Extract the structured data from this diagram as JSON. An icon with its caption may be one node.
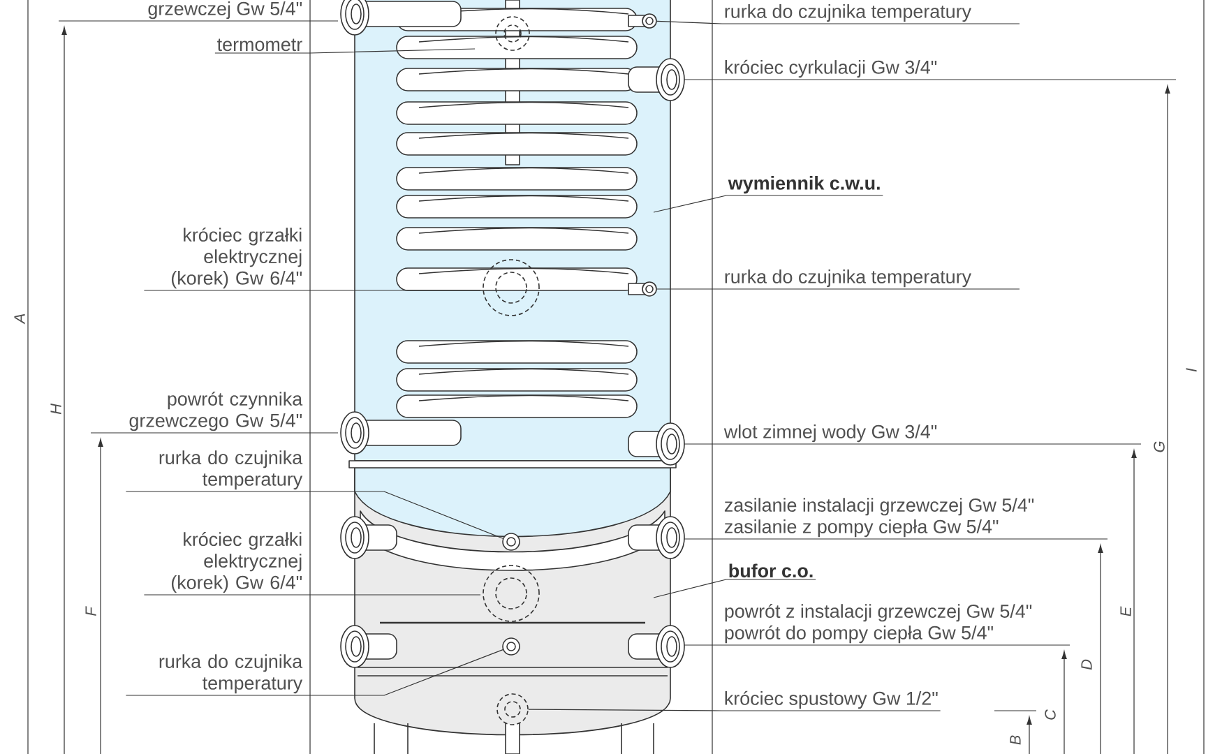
{
  "diagram": {
    "nodes": [
      {
        "text": [
          "grzewczej Gw 5/4\""
        ]
      },
      {
        "text": [
          "termometr"
        ]
      },
      {
        "text": [
          "króciec grzałki elektrycznej (korek) Gw 6/4\""
        ]
      },
      {
        "text": [
          "powrót czynnika grzewczego Gw 5/4\""
        ]
      },
      {
        "text": [
          "rurka do czujnika temperatury"
        ]
      },
      {
        "text": [
          "króciec grzałki elektrycznej (korek) Gw 6/4\""
        ]
      },
      {
        "text": [
          "rurka do czujnika temperatury"
        ]
      },
      {
        "text": [
          "rurka do czujnika temperatury"
        ]
      },
      {
        "text": [
          "króciec cyrkulacji Gw 3/4\""
        ]
      },
      {
        "text": [
          "wymiennik c.w.u."
        ]
      },
      {
        "text": [
          "rurka do czujnika temperatury"
        ]
      },
      {
        "text": [
          "wlot zimnej wody Gw 3/4\""
        ]
      },
      {
        "text": [
          "zasilanie instalacji grzewczej Gw 5/4\"",
          "zasilanie z pompy ciepła Gw 5/4\""
        ]
      },
      {
        "text": [
          "bufor c.o."
        ]
      },
      {
        "text": [
          "powrót z instalacji grzewczej Gw 5/4\"",
          "powrót do pompy ciepła Gw 5/4\""
        ]
      },
      {
        "text": [
          "króciec spustowy Gw 1/2\""
        ]
      },
      {
        "text": [],
        "shape": "circle"
      },
      {
        "text": [],
        "shape": "circle"
      },
      {
        "text": [],
        "shape": "circle"
      },
      {
        "text": [],
        "shape": "circle"
      },
      {
        "text": [],
        "shape": "circle"
      }
    ],
    "edges": [
      {
        "from": 0,
        "to": null,
        "arrow": "none"
      },
      {
        "from": 1,
        "to": null,
        "arrow": "none"
      },
      {
        "from": 2,
        "to": null,
        "arrow": "none"
      },
      {
        "from": 3,
        "to": null,
        "arrow": "none"
      },
      {
        "from": 4,
        "to": 18,
        "arrow": "none"
      },
      {
        "from": 5,
        "to": null,
        "arrow": "none"
      },
      {
        "from": 6,
        "to": 19,
        "arrow": "none"
      },
      {
        "from": 7,
        "to": 16,
        "arrow": "none"
      },
      {
        "from": 8,
        "to": null,
        "arrow": "none"
      },
      {
        "from": 9,
        "to": null,
        "arrow": "none"
      },
      {
        "from": 10,
        "to": 17,
        "arrow": "none"
      },
      {
        "from": 11,
        "to": null,
        "arrow": "none"
      },
      {
        "from": 12,
        "to": null,
        "arrow": "none"
      },
      {
        "from": 13,
        "to": null,
        "arrow": "none"
      },
      {
        "from": 14,
        "to": null,
        "arrow": "none"
      },
      {
        "from": 15,
        "to": 20,
        "arrow": "none"
      }
    ],
    "labels": [
      "A",
      "H",
      "I",
      "G",
      "F",
      "E",
      "D",
      "C",
      "B"
    ]
  }
}
